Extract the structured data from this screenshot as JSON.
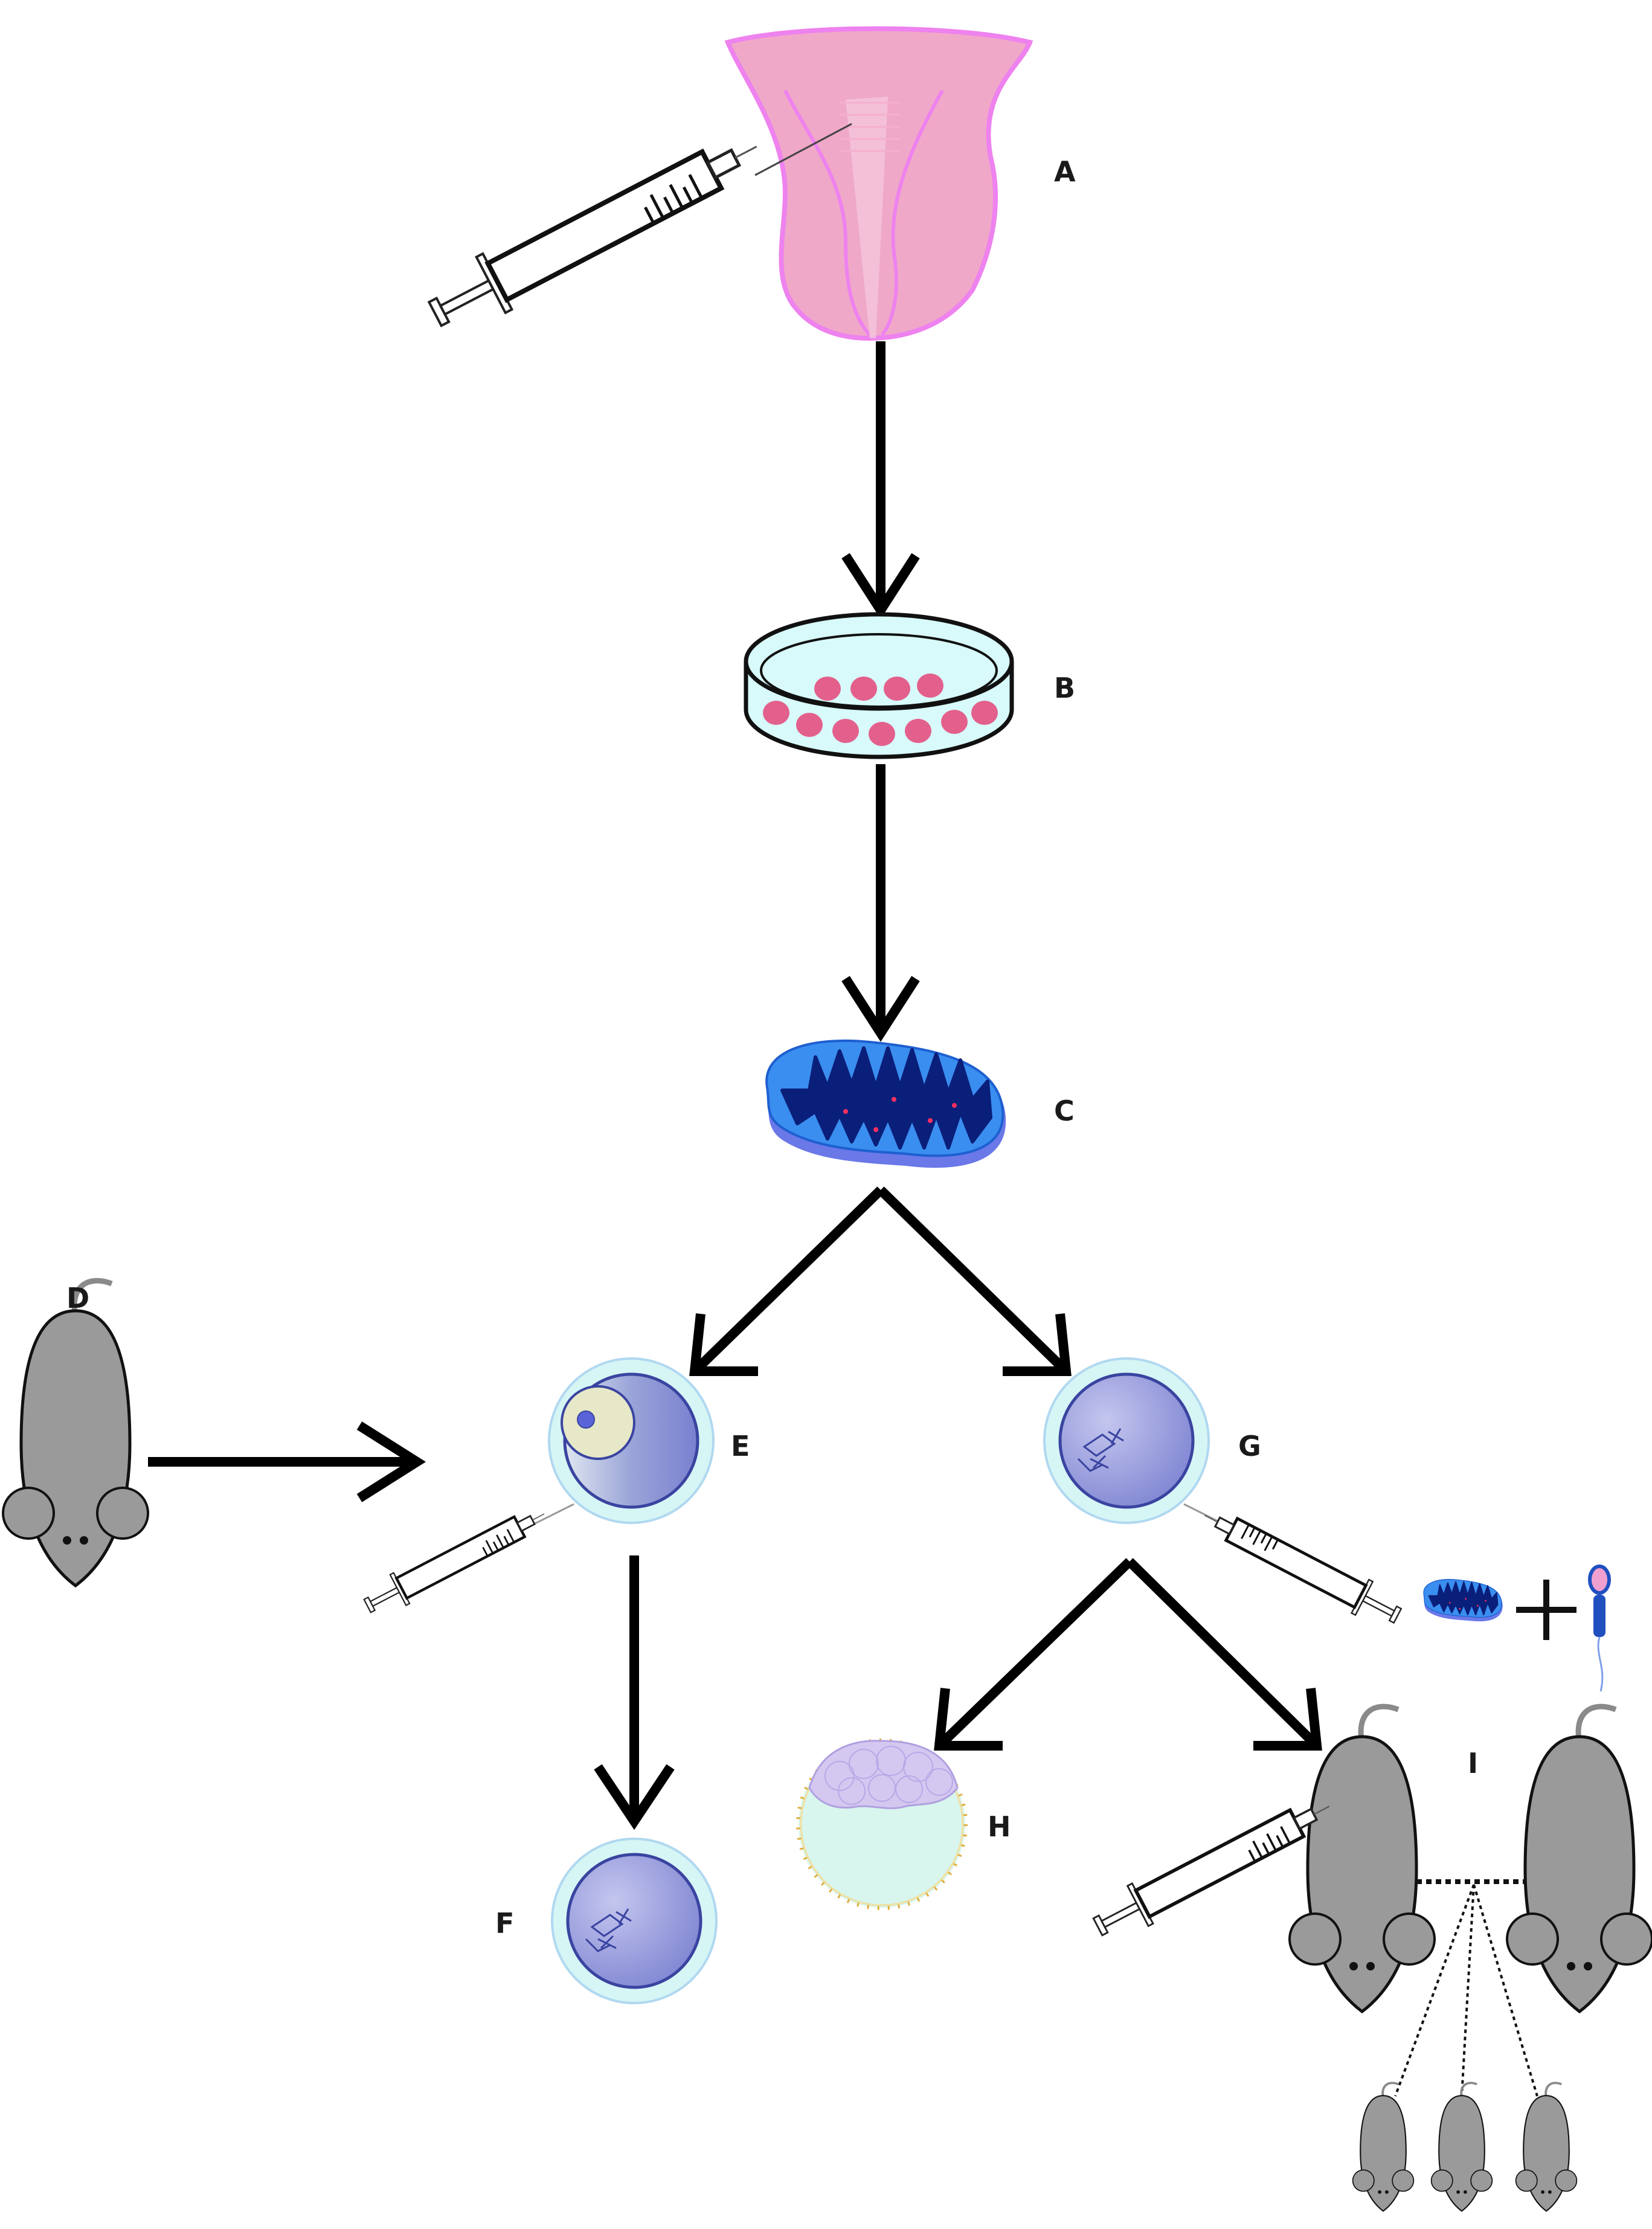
{
  "labels": {
    "a": "A",
    "b": "B",
    "c": "C",
    "d": "D",
    "e": "E",
    "f": "F",
    "g": "G",
    "h": "H",
    "i": "I"
  },
  "colors": {
    "tissue_fill": "#f0a8c8",
    "tissue_outline": "#ee82ee",
    "dish_fill": "#d8fafa",
    "cell_pink": "#e3608c",
    "mito_outer": "#3a8ef0",
    "mito_matrix": "#0a2a8c",
    "oocyte_zona": "#d6f5f5",
    "oocyte_cytoplasm": "#8a8fd8",
    "nucleus_fill": "#e6e8c8",
    "mouse_gray": "#9a9a9a",
    "blastocyst_fill": "#d8f5ee",
    "blastocyst_rim": "#e0b040",
    "sperm_blue": "#2050c0",
    "sperm_head": "#f0a0d0"
  },
  "icons": [
    "uterus-icon",
    "syringe-icon",
    "petri-dish-icon",
    "mitochondrion-icon",
    "mouse-icon",
    "oocyte-icon",
    "nucleus-icon",
    "chromosomes-icon",
    "blastocyst-icon",
    "sperm-icon",
    "plus-icon"
  ]
}
